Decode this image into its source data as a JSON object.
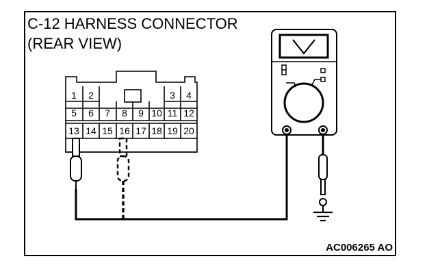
{
  "diagram": {
    "title_line1": "C-12 HARNESS CONNECTOR",
    "title_line2": "(REAR VIEW)",
    "reference_code": "AC006265 AO",
    "connector": {
      "row1": [
        "1",
        "2",
        "3",
        "4"
      ],
      "row2": [
        "5",
        "6",
        "7",
        "8",
        "9",
        "10",
        "11",
        "12"
      ],
      "row3": [
        "13",
        "14",
        "15",
        "16",
        "17",
        "18",
        "19",
        "20"
      ]
    },
    "meter": {
      "display_icon": "v-icon",
      "type": "voltmeter"
    },
    "ground_icon": "ground-icon",
    "colors": {
      "line": "#000000",
      "background": "#ffffff"
    }
  }
}
